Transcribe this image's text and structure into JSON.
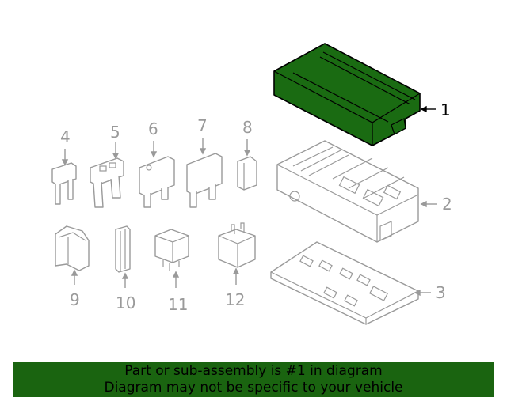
{
  "callouts": [
    {
      "id": "1",
      "label": "1",
      "highlighted": true
    },
    {
      "id": "2",
      "label": "2",
      "highlighted": false
    },
    {
      "id": "3",
      "label": "3",
      "highlighted": false
    },
    {
      "id": "4",
      "label": "4",
      "highlighted": false
    },
    {
      "id": "5",
      "label": "5",
      "highlighted": false
    },
    {
      "id": "6",
      "label": "6",
      "highlighted": false
    },
    {
      "id": "7",
      "label": "7",
      "highlighted": false
    },
    {
      "id": "8",
      "label": "8",
      "highlighted": false
    },
    {
      "id": "9",
      "label": "9",
      "highlighted": false
    },
    {
      "id": "10",
      "label": "10",
      "highlighted": false
    },
    {
      "id": "11",
      "label": "11",
      "highlighted": false
    },
    {
      "id": "12",
      "label": "12",
      "highlighted": false
    }
  ],
  "banner": {
    "line1": "Part or sub-assembly is #1 in diagram",
    "line2": "Diagram may not be specific to your vehicle"
  },
  "colors": {
    "highlight_fill": "#1a6b12",
    "banner_bg": "#1a6410",
    "line_gray": "#9a9a9a"
  }
}
